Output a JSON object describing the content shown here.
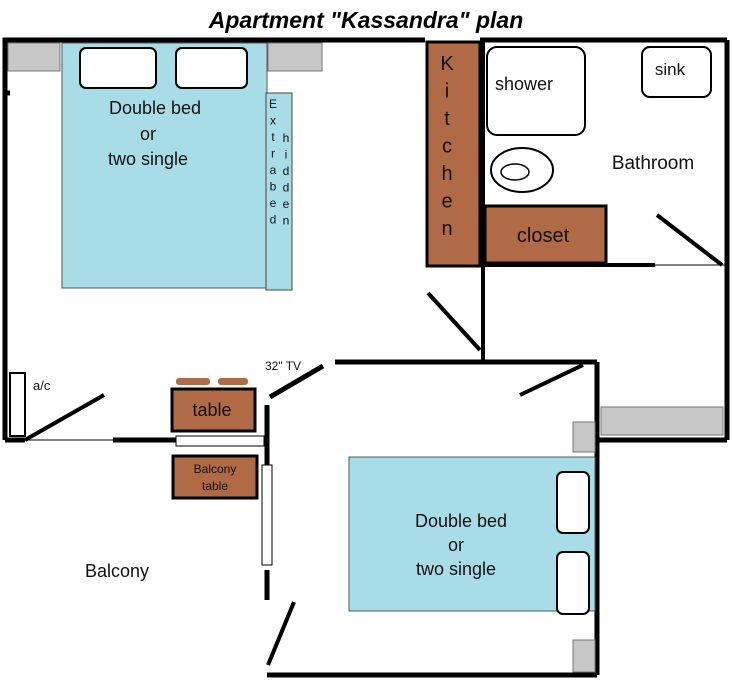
{
  "title": "Apartment \"Kassandra\" plan",
  "rooms": {
    "bedroom1": {
      "bed_line1": "Double bed",
      "bed_line2": "or",
      "bed_line3": "two single"
    },
    "bedroom2": {
      "bed_line1": "Double bed",
      "bed_line2": "or",
      "bed_line3": "two single"
    },
    "extra_bed": {
      "col1": [
        "E",
        "x",
        "t",
        "r",
        "a",
        "b",
        "e",
        "d"
      ],
      "col2": [
        "h",
        "i",
        "d",
        "d",
        "e",
        "n"
      ]
    },
    "kitchen": {
      "letters": [
        "K",
        "i",
        "t",
        "c",
        "h",
        "e",
        "n"
      ]
    },
    "bathroom": {
      "label": "Bathroom",
      "shower": "shower",
      "sink": "sink"
    },
    "closet": "closet",
    "table": "table",
    "tv": "32\" TV",
    "ac": "a/c",
    "balcony_table": {
      "line1": "Balcony",
      "line2": "table"
    },
    "balcony": "Balcony"
  },
  "colors": {
    "bed": "#a8dde8",
    "furniture": "#b06a45",
    "wall": "#000000",
    "window": "#c7c7c7"
  }
}
